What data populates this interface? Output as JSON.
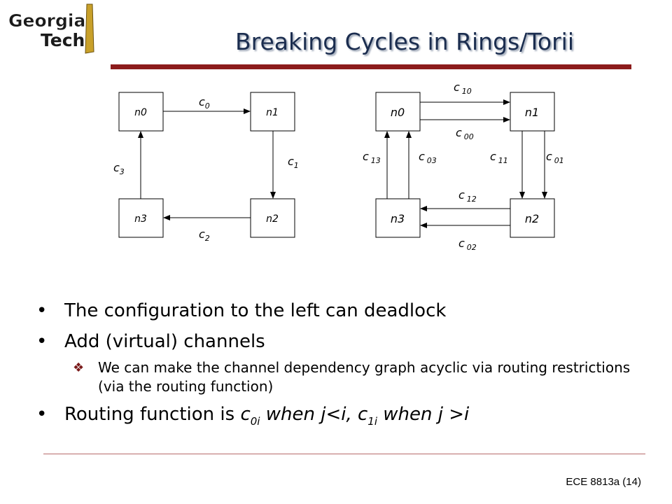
{
  "logo": {
    "line1": "Georgia",
    "line2": "Tech"
  },
  "title": "Breaking Cycles in Rings/Torii",
  "diagram_left": {
    "nodes": {
      "n0": "n0",
      "n1": "n1",
      "n2": "n2",
      "n3": "n3"
    },
    "channels": {
      "c0": "0",
      "c1": "1",
      "c2": "2",
      "c3": "3"
    }
  },
  "diagram_right": {
    "nodes": {
      "n0": "n0",
      "n1": "n1",
      "n2": "n2",
      "n3": "n3"
    },
    "channels": {
      "c10": "10",
      "c00": "00",
      "c13": "13",
      "c03": "03",
      "c11": "11",
      "c01": "01",
      "c12": "12",
      "c02": "02"
    }
  },
  "channel_letter": "c",
  "bullets": {
    "item1": "The configuration to the left can deadlock",
    "item2": "Add (virtual) channels",
    "item2_sub": "We can make the channel dependency graph acyclic via routing restrictions (via the routing function)",
    "item3": {
      "prefix": "Routing function is ",
      "c_letter_a": "c",
      "sub_a": "0i",
      "mid_a": " when j<i, ",
      "c_letter_b": "c",
      "sub_b": "1i",
      "mid_b": " when j >i"
    }
  },
  "footer": "ECE 8813a  (14)",
  "colors": {
    "title": "#1b2d4f",
    "rule": "#8c1c1c",
    "logo_gold": "#c8a02a"
  }
}
